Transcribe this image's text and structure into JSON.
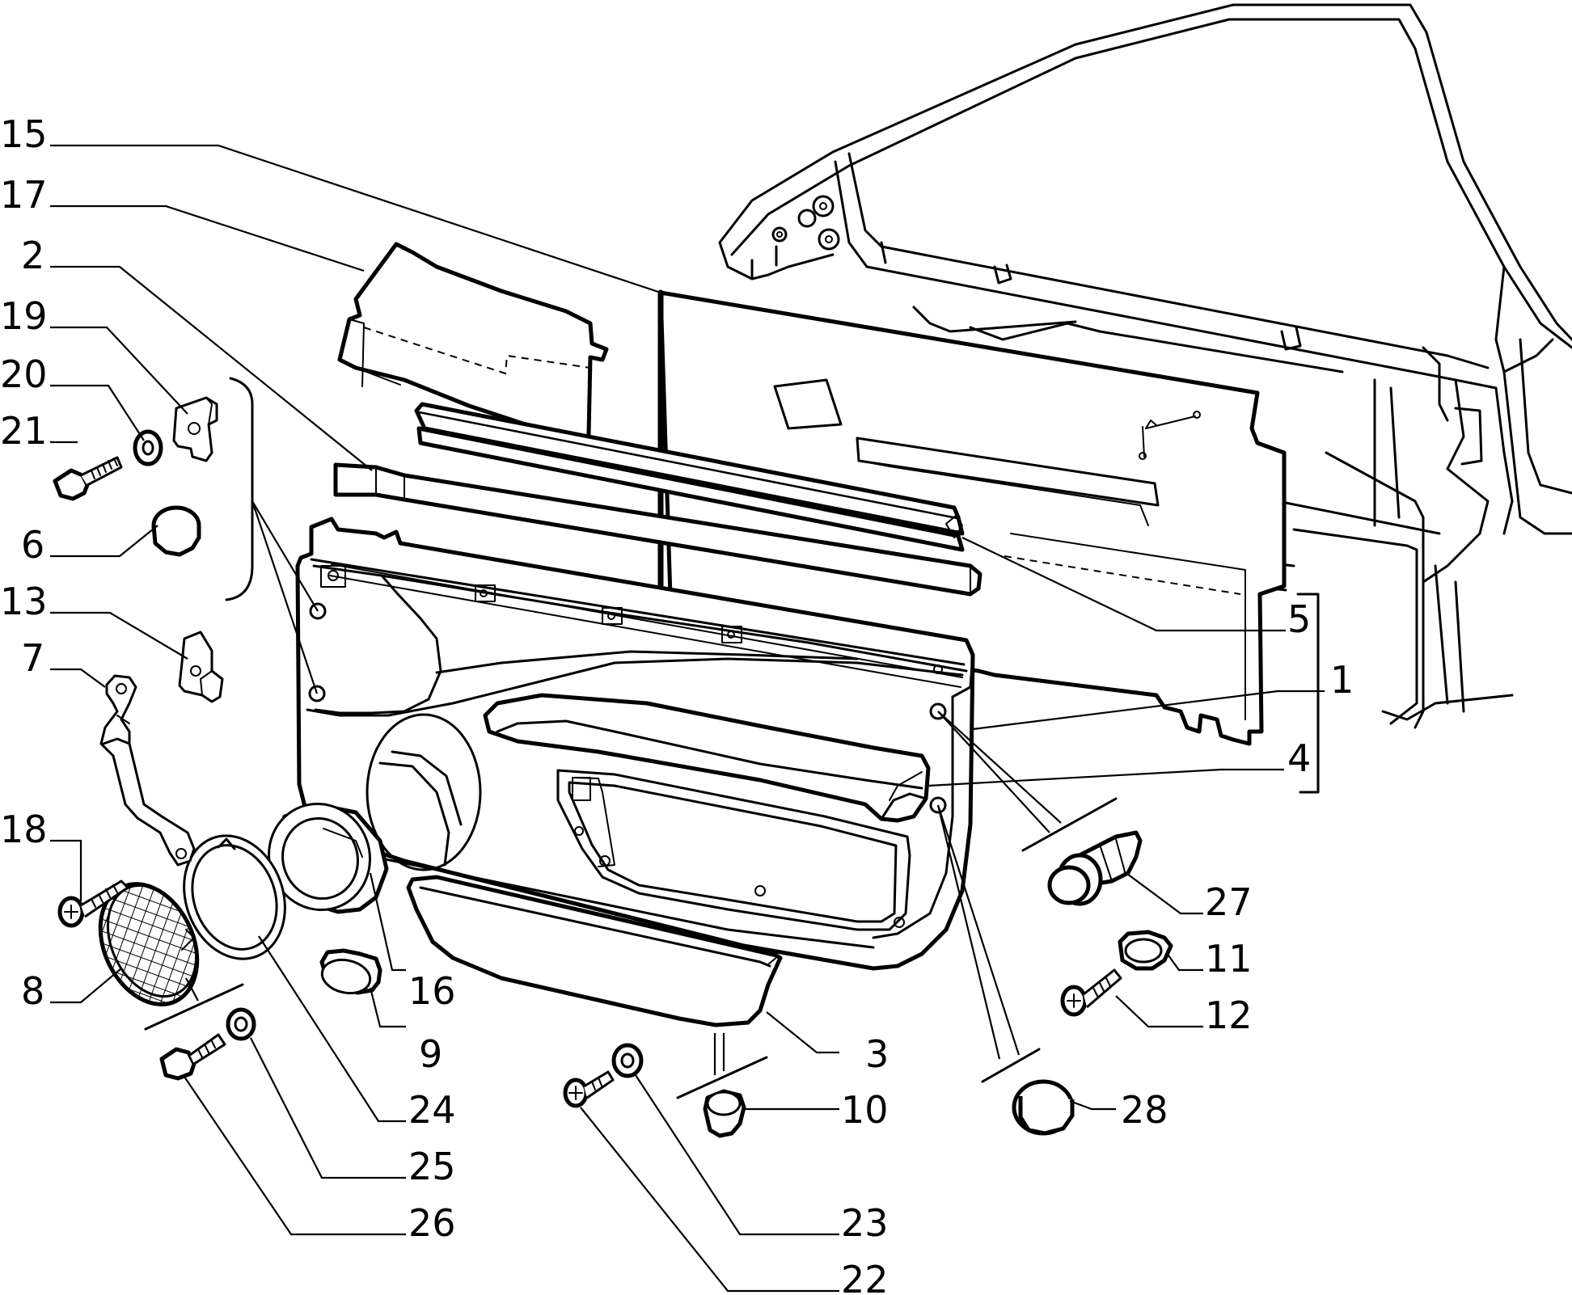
{
  "labels": {
    "l1": "1",
    "l2": "2",
    "l3": "3",
    "l4": "4",
    "l5": "5",
    "l6": "6",
    "l7": "7",
    "l8": "8",
    "l9": "9",
    "l10": "10",
    "l11": "11",
    "l12": "12",
    "l13": "13",
    "l15": "15",
    "l16": "16",
    "l17": "17",
    "l18": "18",
    "l19": "19",
    "l20": "20",
    "l21": "21",
    "l22": "22",
    "l23": "23",
    "l24": "24",
    "l25": "25",
    "l26": "26",
    "l27": "27",
    "l28": "28"
  }
}
